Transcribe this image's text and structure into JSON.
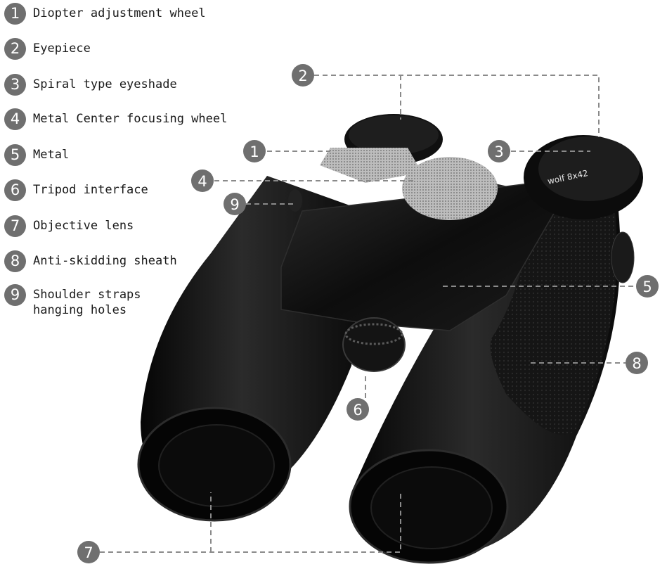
{
  "legend": [
    {
      "n": "1",
      "label": "Diopter adjustment wheel"
    },
    {
      "n": "2",
      "label": "Eyepiece"
    },
    {
      "n": "3",
      "label": "Spiral type eyeshade"
    },
    {
      "n": "4",
      "label": "Metal Center focusing wheel"
    },
    {
      "n": "5",
      "label": "Metal"
    },
    {
      "n": "6",
      "label": "Tripod interface"
    },
    {
      "n": "7",
      "label": "Objective lens"
    },
    {
      "n": "8",
      "label": "Anti-skidding sheath"
    },
    {
      "n": "9",
      "label": "Shoulder straps\nhanging holes"
    }
  ],
  "callouts": [
    "1",
    "2",
    "3",
    "4",
    "5",
    "6",
    "7",
    "8",
    "9"
  ],
  "brand_text": "wolf 8x42",
  "colors": {
    "badge": "#6f6f6f",
    "leader": "#8a8a8a",
    "body": "#111111",
    "metal": "#bdbdbd"
  }
}
